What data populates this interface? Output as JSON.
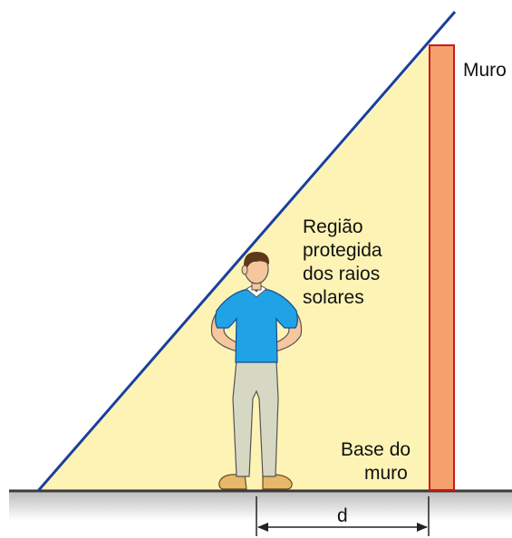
{
  "labels": {
    "wall": "Muro",
    "region": [
      "Região",
      "protegida",
      "dos raios",
      "solares"
    ],
    "wall_base": [
      "Base do",
      "muro"
    ],
    "distance": "d"
  },
  "colors": {
    "shade": "#fdf3b5",
    "sun_ray": "#1a3f9c",
    "wall_fill": "#f6a06e",
    "wall_edge": "#cc1a1a",
    "ground": "#3a3a3a",
    "ground_shade": "#cfcfcf",
    "shirt": "#1fa3e6",
    "pants": "#d6d8c4",
    "skin": "#f6c79d",
    "hair": "#5b3a1c",
    "shoes": "#e8b86a"
  }
}
